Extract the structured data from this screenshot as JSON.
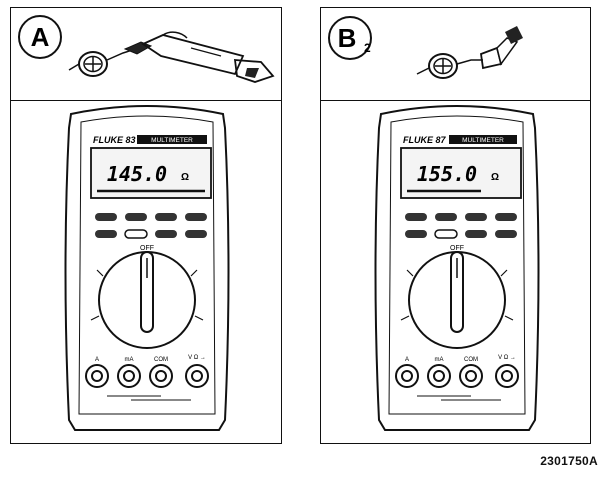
{
  "panels": [
    {
      "label": "A",
      "subscript": "",
      "reading": "145.0",
      "unit": "Ω",
      "brand": "FLUKE 83",
      "model_badge": "MULTIMETER"
    },
    {
      "label": "B",
      "subscript": "2",
      "reading": "155.0",
      "unit": "Ω",
      "brand": "FLUKE 87",
      "model_badge": "MULTIMETER"
    }
  ],
  "jacks": [
    "A",
    "mA",
    "COM",
    "V Ω →"
  ],
  "figure_id": "2301750A"
}
